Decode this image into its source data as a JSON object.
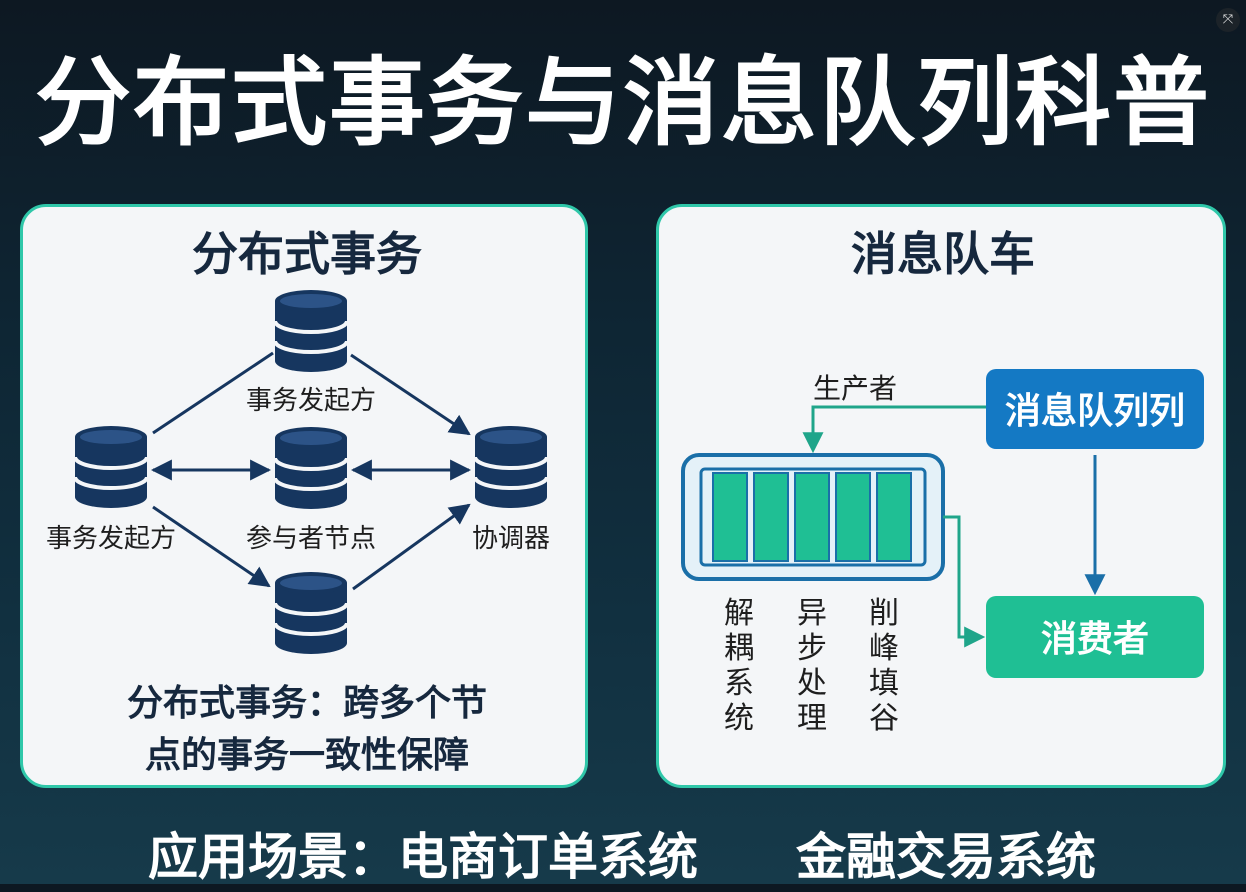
{
  "title": "分布式事务与消息队列科普",
  "left_panel": {
    "heading": "分布式事务",
    "nodes": {
      "top": "事务发起方",
      "left": "事务发起方",
      "center": "参与者节点",
      "right": "协调器"
    },
    "caption_line1": "分布式事务：跨多个节",
    "caption_line2": "点的事务一致性保障"
  },
  "right_panel": {
    "heading": "消息队车",
    "producer_label": "生产者",
    "queue_box": "消息队列列",
    "consumer_box": "消费者",
    "features": [
      {
        "label": "解耦系统"
      },
      {
        "label": "异步处理"
      },
      {
        "label": "削峰填谷"
      }
    ]
  },
  "footer": {
    "scenarios": "应用场景：电商订单系统",
    "finance": "金融交易系统"
  },
  "colors": {
    "accent_teal": "#2fc7a9",
    "navy": "#16365f",
    "queue_blue": "#1479c4",
    "consumer_green": "#1fbf94"
  },
  "icons": [
    "expand-icon",
    "database-icon"
  ]
}
